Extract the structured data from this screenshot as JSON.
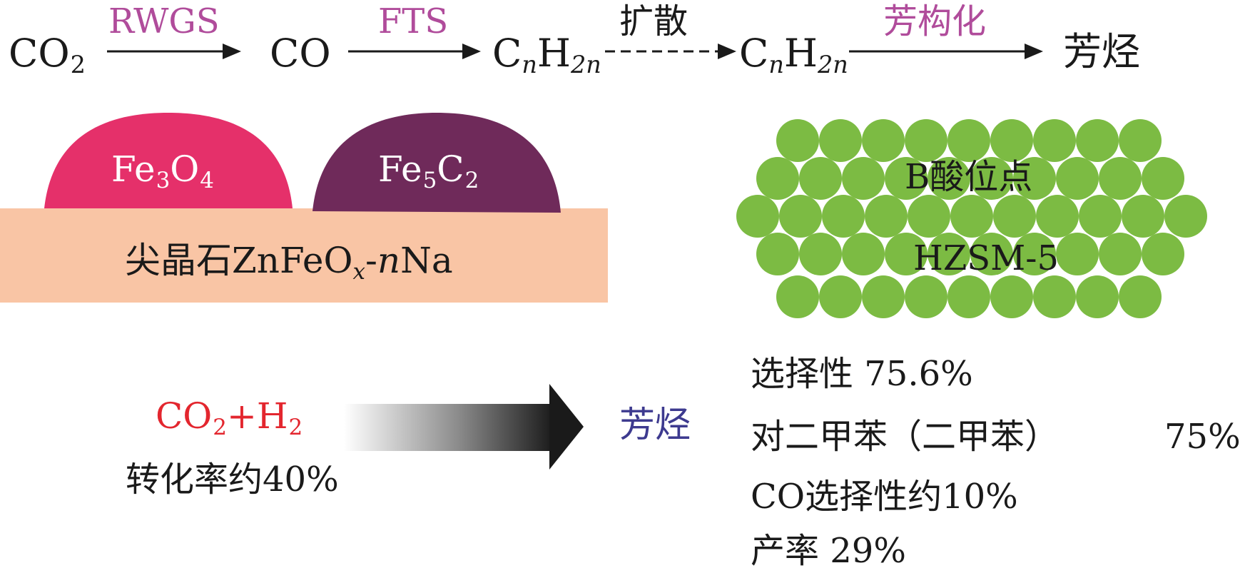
{
  "scheme": {
    "species": {
      "co2": {
        "base": "CO",
        "sub": "2"
      },
      "co": "CO",
      "olefin_a": {
        "c": "C",
        "n1": "n",
        "h": "H",
        "sub": "2n"
      },
      "olefin_b": {
        "c": "C",
        "n1": "n",
        "h": "H",
        "sub": "2n"
      },
      "aromatics": "芳烃"
    },
    "steps": {
      "rwgs": "RWGS",
      "fts": "FTS",
      "diffusion": "扩散",
      "aromatization": "芳构化"
    }
  },
  "catalyst": {
    "fe3o4": {
      "a": "Fe",
      "s1": "3",
      "b": "O",
      "s2": "4"
    },
    "fe5c2": {
      "a": "Fe",
      "s1": "5",
      "b": "C",
      "s2": "2"
    },
    "support": {
      "prefix": "尖晶石ZnFeO",
      "sub": "x",
      "dash": "-",
      "n": "n",
      "suffix": "Na"
    }
  },
  "zeolite": {
    "acid_site": "B酸位点",
    "name": "HZSM-5"
  },
  "feed": {
    "a": "CO",
    "s1": "2",
    "plus": "+H",
    "s2": "2",
    "conversion": "转化率约40%"
  },
  "product": "芳烃",
  "results": {
    "selectivity": "选择性 75.6%",
    "pxylene_left": "对二甲苯（二甲苯）",
    "pxylene_value": "75%",
    "co_selectivity": "CO选择性约10%",
    "yield": "产率 29%"
  },
  "colors": {
    "fe3o4": "#e5306a",
    "fe5c2": "#6f2a5a",
    "support": "#f9c5a5",
    "zeolite_ball": "#7cbb43",
    "step_label": "#b04c9b",
    "feed_text": "#e3262e",
    "product_text": "#3d3a8f"
  }
}
